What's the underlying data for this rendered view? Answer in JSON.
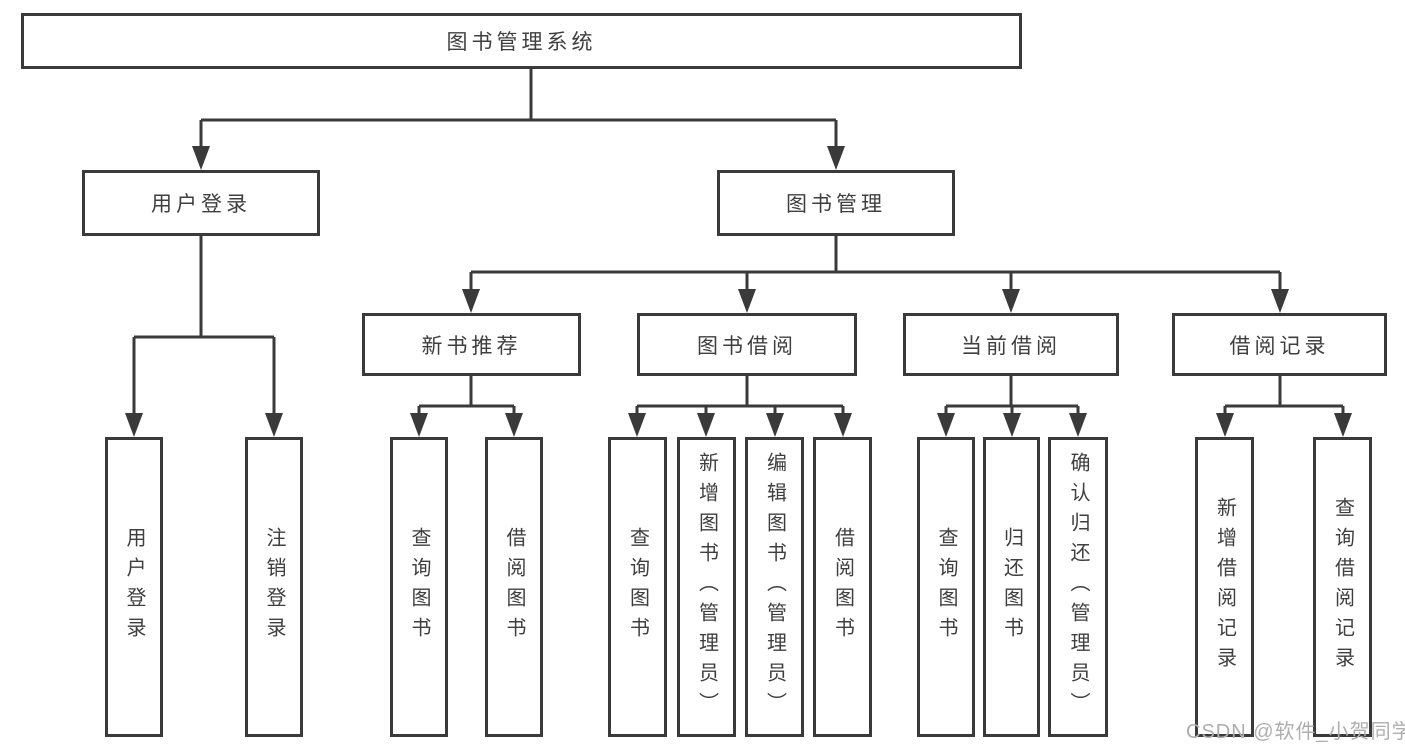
{
  "tree": {
    "label": "图书管理系统",
    "children": [
      {
        "label": "用户登录",
        "children": [
          {
            "label": "用户登录"
          },
          {
            "label": "注销登录"
          }
        ]
      },
      {
        "label": "图书管理",
        "children": [
          {
            "label": "新书推荐",
            "children": [
              {
                "label": "查询图书"
              },
              {
                "label": "借阅图书"
              }
            ]
          },
          {
            "label": "图书借阅",
            "children": [
              {
                "label": "查询图书"
              },
              {
                "label": "新增图书（管理员）"
              },
              {
                "label": "编辑图书（管理员）"
              },
              {
                "label": "借阅图书"
              }
            ]
          },
          {
            "label": "当前借阅",
            "children": [
              {
                "label": "查询图书"
              },
              {
                "label": "归还图书"
              },
              {
                "label": "确认归还（管理员）"
              }
            ]
          },
          {
            "label": "借阅记录",
            "children": [
              {
                "label": "新增借阅记录"
              },
              {
                "label": "查询借阅记录"
              }
            ]
          }
        ]
      }
    ]
  },
  "watermark": "CSDN @软件_小贺同学",
  "colors": {
    "line": "#3a3a3a",
    "text": "#3f3f3f",
    "watermark": "#aeaeae",
    "background": "#ffffff"
  }
}
